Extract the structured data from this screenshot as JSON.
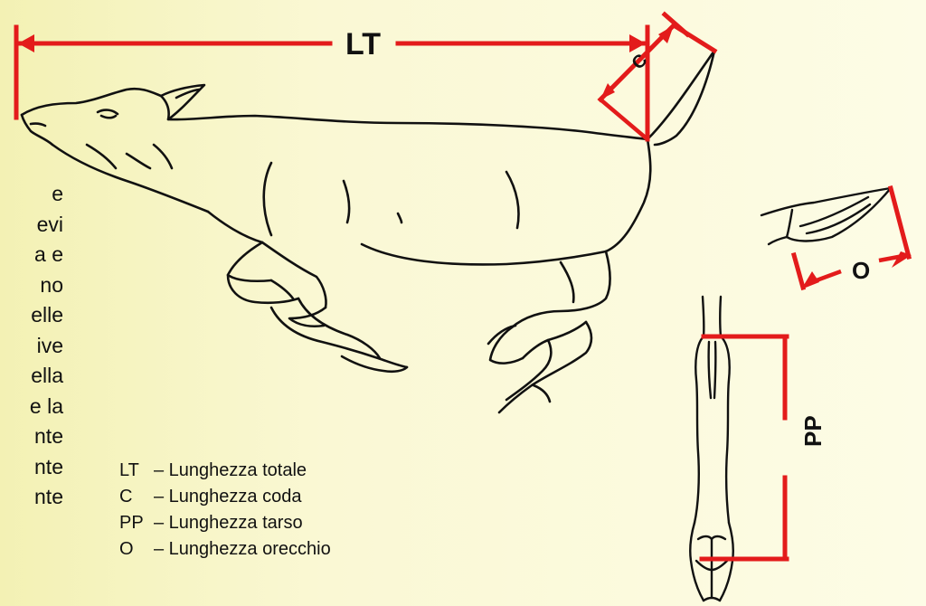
{
  "side_text": {
    "lines": [
      "e",
      "evi",
      "a e",
      "no",
      "elle",
      "ive",
      "ella",
      "e la",
      "nte",
      "nte",
      "nte"
    ]
  },
  "diagram": {
    "labels": {
      "lt": "LT",
      "c": "C",
      "o": "O",
      "pp": "PP"
    },
    "legend": [
      {
        "code": "LT",
        "text": "– Lunghezza totale"
      },
      {
        "code": "C",
        "text": "– Lunghezza coda"
      },
      {
        "code": "PP",
        "text": "– Lunghezza tarso"
      },
      {
        "code": "O",
        "text": "– Lunghezza orecchio"
      }
    ]
  },
  "colors": {
    "measure": "#e31b1b",
    "line_art": "#111111",
    "background": "#f7f5c8"
  },
  "icons": [
    "deer-illustration-icon",
    "ear-illustration-icon",
    "hind-foot-illustration-icon"
  ]
}
